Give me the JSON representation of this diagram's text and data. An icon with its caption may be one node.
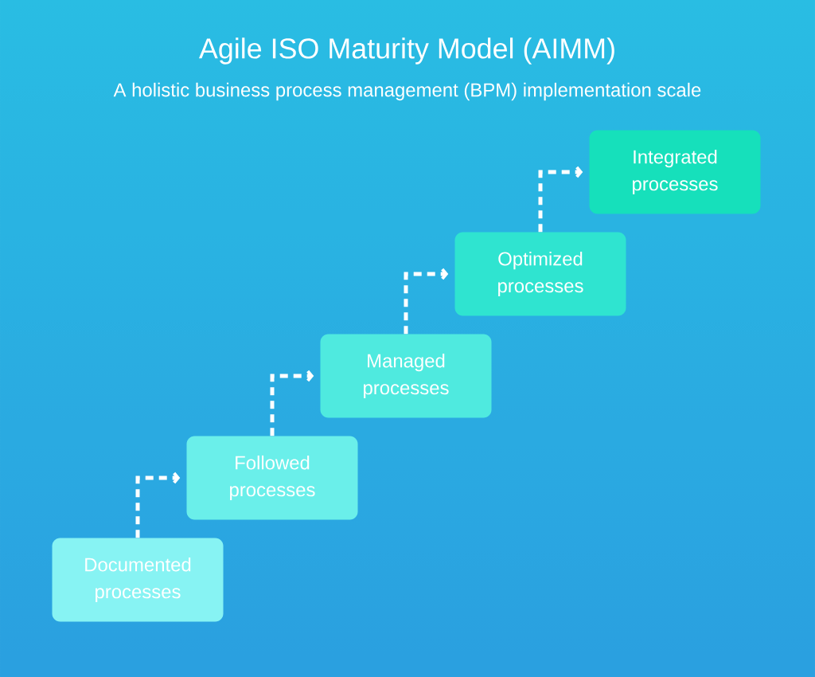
{
  "diagram": {
    "title": "Agile ISO Maturity Model (AIMM)",
    "caption": "A holistic business process management (BPM) implementation scale",
    "nodes": [
      {
        "text": [
          "Documented processes"
        ]
      },
      {
        "text": [
          "Followed processes"
        ]
      },
      {
        "text": [
          "Managed processes"
        ]
      },
      {
        "text": [
          "Optimized processes"
        ]
      },
      {
        "text": [
          "Integrated processes"
        ]
      }
    ],
    "edges": [
      {
        "from": 0,
        "to": 1,
        "arrow": "to",
        "style": "dashed"
      },
      {
        "from": 1,
        "to": 2,
        "arrow": "to",
        "style": "dashed"
      },
      {
        "from": 2,
        "to": 3,
        "arrow": "to",
        "style": "dashed"
      },
      {
        "from": 3,
        "to": 4,
        "arrow": "to",
        "style": "dashed"
      }
    ]
  }
}
